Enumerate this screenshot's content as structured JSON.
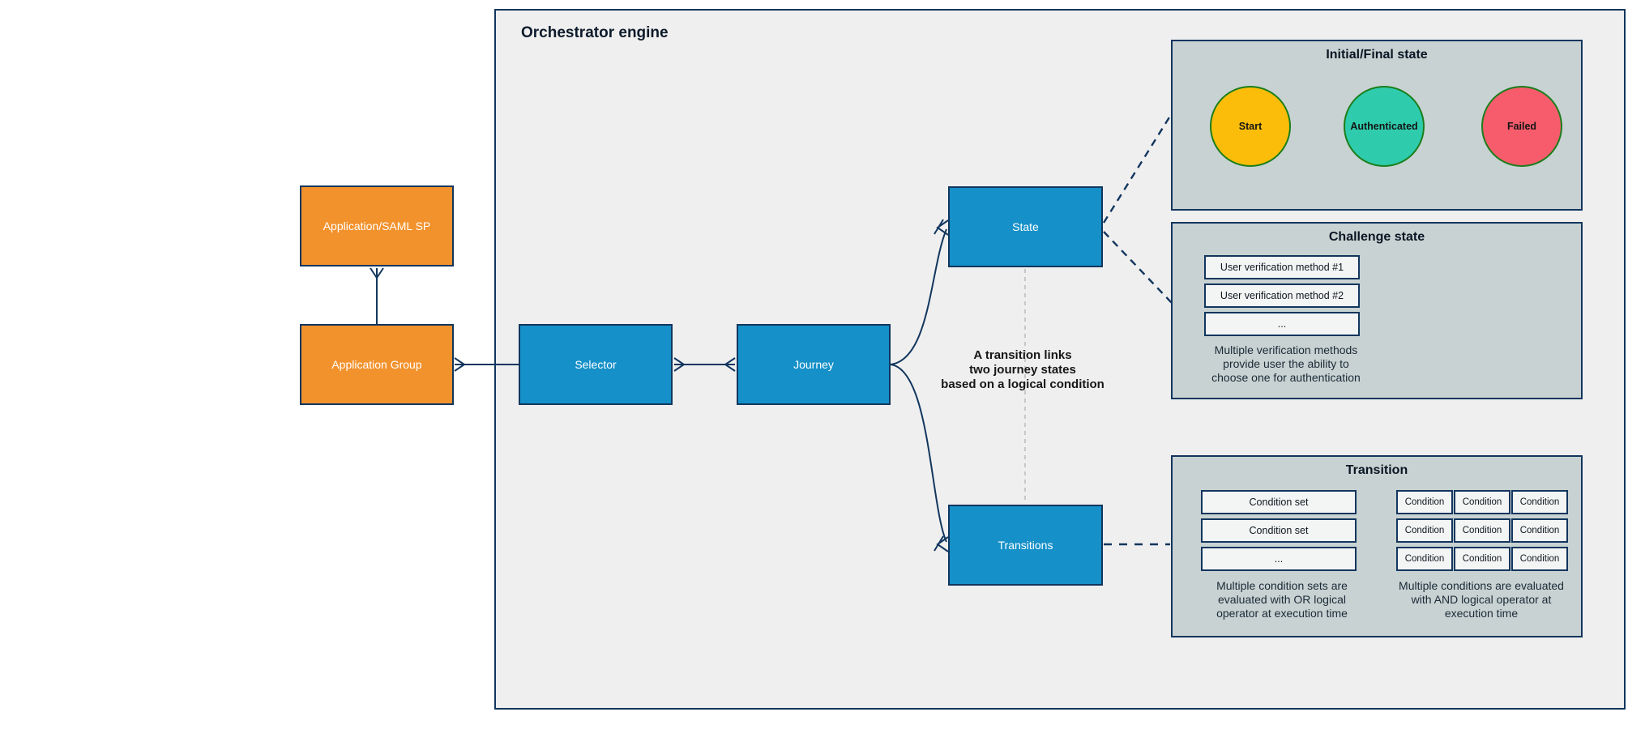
{
  "orchestrator": {
    "title": "Orchestrator engine"
  },
  "external_nodes": {
    "application_saml": "Application/SAML SP",
    "application_group": "Application Group"
  },
  "engine_nodes": {
    "selector": "Selector",
    "journey": "Journey",
    "state": "State",
    "transitions": "Transitions"
  },
  "annotation": {
    "lines": [
      "A transition links",
      "two journey states",
      "based on a logical condition"
    ]
  },
  "panels": {
    "initial_final": {
      "title": "Initial/Final state",
      "states": [
        {
          "label": "Start",
          "fill": "#FBBD0A"
        },
        {
          "label": "Authenticated",
          "fill": "#2FCBAD"
        },
        {
          "label": "Failed",
          "fill": "#F65C6C"
        }
      ]
    },
    "challenge": {
      "title": "Challenge state",
      "methods": [
        "User verification method #1",
        "User verification method #2",
        "..."
      ],
      "caption": [
        "Multiple verification methods",
        "provide user the ability to",
        "choose one for authentication"
      ]
    },
    "transition": {
      "title": "Transition",
      "condition_sets": [
        "Condition set",
        "Condition set",
        "..."
      ],
      "condition_cells": [
        "Condition",
        "Condition",
        "Condition",
        "Condition",
        "Condition",
        "Condition",
        "Condition",
        "Condition",
        "Condition"
      ],
      "left_caption": [
        "Multiple condition sets are",
        "evaluated with OR logical",
        "operator at execution time"
      ],
      "right_caption": [
        "Multiple conditions are evaluated",
        "with AND logical operator at",
        "execution time"
      ]
    }
  },
  "colors": {
    "border_navy": "#12365E",
    "node_blue": "#1590C8",
    "node_orange": "#F2922D",
    "engine_background": "#EFEFEF",
    "panel_background": "#C8D2D2",
    "start_fill": "#FBBD0A",
    "authenticated_fill": "#2FCBAD",
    "failed_fill": "#F65C6C",
    "circle_border_green": "#1B7E1B",
    "gray_dash": "#BBBBBB"
  }
}
